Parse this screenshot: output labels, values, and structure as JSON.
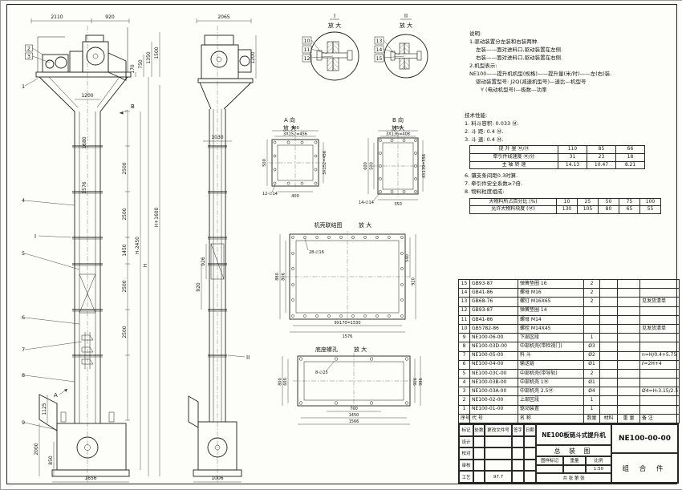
{
  "notes": {
    "title": "说明:",
    "lines": [
      "1.驱动装置分左装和右装两种.",
      "左装——面对进料口,驱动装置在左侧.",
      "右装——面对进料口,驱动装置在右侧.",
      "2.机型表示:",
      "NE100——提升机机型(规格)——提升量(米/时)——左(右)装.",
      "驱动装置型号: J2Q(减速机型号)—速比—机型号",
      "Y (电动机型号)—极数—功率"
    ]
  },
  "tech": {
    "title": "技术性能:",
    "items_top": [
      "1. 料斗容积: 0.033 Ⓜ.",
      "2. 斗  距: 0.4 Ⓜ.",
      "3. 斗  速: 0.4 Ⓜ."
    ],
    "cap_table": {
      "rows": [
        [
          "提 升 量 Ⓜ/Ⓗ",
          "110",
          "85",
          "66"
        ],
        [
          "牵引件线速度 Ⓜ/分",
          "31",
          "23",
          "18"
        ],
        [
          "主 轴 转 速",
          "14.13",
          "10.47",
          "8.21"
        ]
      ]
    },
    "items_mid": [
      "6. 镶支条间距0.3时算.",
      "7. 牵引件安全系数≥7倍.",
      "8. 物料粒度组成:"
    ],
    "size_table": {
      "rows": [
        [
          "大物料所占百分比 (%)",
          "10",
          "25",
          "50",
          "75",
          "100"
        ],
        [
          "允许大物料块度 (Ⓜ)",
          "130",
          "105",
          "80",
          "65",
          "55"
        ]
      ]
    }
  },
  "bom": {
    "header": [
      "序号",
      "代  号",
      "名    称",
      "数量",
      "材料",
      "重 量",
      "备  注"
    ],
    "rows": [
      [
        "15",
        "GB93-87",
        "弹簧垫圈 16",
        "2",
        "",
        "",
        ""
      ],
      [
        "14",
        "GB41-86",
        "螺母 M16",
        "2",
        "",
        "",
        ""
      ],
      [
        "13",
        "GB68-76",
        "螺钉 M16X65",
        "2",
        "",
        "",
        "见发货清单"
      ],
      [
        "12",
        "GB93-87",
        "弹簧垫圈 14",
        "",
        "",
        "",
        ""
      ],
      [
        "11",
        "GB41-86",
        "螺母 M14",
        "",
        "",
        "",
        ""
      ],
      [
        "10",
        "GB5782-86",
        "螺栓 M14X45",
        "",
        "",
        "",
        "见发货清单"
      ],
      [
        "9",
        "NE100-06-00",
        "下部区段",
        "1",
        "",
        "",
        ""
      ],
      [
        "8",
        "NE100-03D-00",
        "中部机壳(带检视门)",
        "Ø3",
        "",
        "",
        ""
      ],
      [
        "7",
        "NE100-05-00",
        "料  斗",
        "Ø2",
        "",
        "",
        "n=H/0.4+5.75"
      ],
      [
        "6",
        "NE100-04-00",
        "输送链",
        "Ø1",
        "",
        "",
        "ℓ=2H+4"
      ],
      [
        "5",
        "NE100-03C-00",
        "中部机壳(带导轨)",
        "2",
        "",
        "",
        ""
      ],
      [
        "4",
        "NE100-03B-00",
        "中部机壳 1Ⓜ",
        "Ø1",
        "",
        "",
        ""
      ],
      [
        "3",
        "NE100-03A-00",
        "中部机壳 2.5Ⓜ",
        "Ø4",
        "",
        "",
        "Ø4=H-3.15/2.5"
      ],
      [
        "2",
        "NE100-02-00",
        "上部区段",
        "1",
        "",
        "",
        ""
      ],
      [
        "1",
        "NE100-01-00",
        "驱动装置",
        "1",
        "",
        "",
        ""
      ]
    ]
  },
  "titleblock": {
    "product": "NE100板链斗式提升机",
    "sheet_name": "总 装 图",
    "drawing_no": "NE100-00-00",
    "part_type": "组 合 件",
    "mark_label": "图样标记",
    "weight_label": "重量",
    "scale_label": "比例",
    "scale": "1:50",
    "sheets_label": "共  张  第  张",
    "date": "97.7",
    "rev_headers": [
      "标记",
      "处数",
      "更改文件号",
      "签字",
      "日期"
    ],
    "sign_rows": [
      "设计",
      "校对",
      "审核",
      "工艺"
    ]
  },
  "dims": {
    "f_2110": "2110",
    "f_920": "920",
    "f_170": "170",
    "f_750": "750",
    "f_1350": "1350",
    "f_1500": "1500",
    "f_1200": "1200",
    "f_1680": "1680",
    "f_1576": "1576",
    "f_2500a": "2500",
    "f_2500b": "2500",
    "f_2500c": "2500",
    "f_2500d": "2500",
    "f_1450": "1450",
    "f_H1600": "H+1600",
    "f_H2450": "H-2450",
    "f_H": "H",
    "f_1125": "1125",
    "f_2000": "2000",
    "f_850": "850",
    "f_1656": "1656",
    "s_2065": "2065",
    "s_1200": "1200",
    "s_1030": "1030",
    "s_926": "926",
    "s_920": "920",
    "s_1006": "1006",
    "a_500t": "500",
    "a_456t": "3X152=456",
    "a_500l": "500",
    "a_456r": "3X152=456",
    "a_400": "400",
    "a_holes": "12-∅14",
    "b_450": "450",
    "b_408": "3X136=408",
    "b_600": "600",
    "b_500": "500",
    "b_556": "4X139=556",
    "b_350": "350",
    "b_holes": "14-∅14",
    "c_holes": "28-∅16",
    "c_880": "880",
    "c_806": "806",
    "c_540": "540",
    "c_920": "920",
    "c_1530": "9X170=1530",
    "c_1576": "1576",
    "e_holes": "8-∅25",
    "e_600": "600",
    "e_800": "800",
    "e_916": "916",
    "e_996": "996",
    "e_700": "700",
    "e_1450": "1450",
    "e_1566": "1566"
  },
  "labels": {
    "detail1": "I",
    "detail2": "II",
    "enlarge": "放 大",
    "viewA": "A 向",
    "viewB": "B 向",
    "casing_title": "机壳联结图",
    "base_title": "底座螺孔",
    "sectionA": "A",
    "sectionB": "B",
    "markI": "I",
    "markII": "II",
    "balloons": [
      "1",
      "2",
      "3",
      "4",
      "5",
      "6",
      "7",
      "8",
      "9"
    ],
    "balloons2": [
      "10",
      "11",
      "12"
    ],
    "balloons3": [
      "13",
      "14",
      "15"
    ]
  }
}
